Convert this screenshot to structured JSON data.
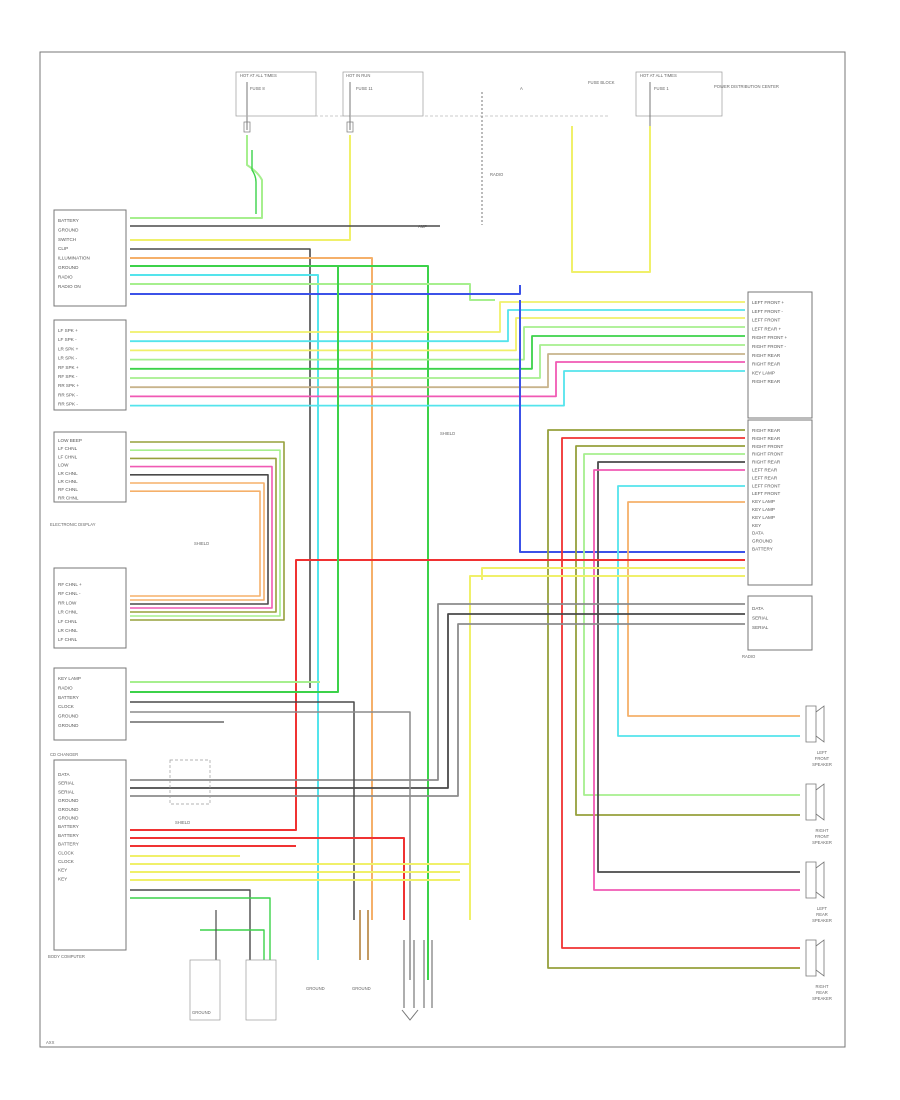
{
  "colors": {
    "frame": "#777777",
    "text": "#555555",
    "green": "#3cd24a",
    "yellow": "#f0f06a",
    "lightgreen": "#a6ef8e",
    "cyan": "#54e4ec",
    "blue": "#3c52e8",
    "pink": "#f05ab4",
    "orange": "#f5b06a",
    "brown": "#b4823c",
    "red": "#f03232",
    "olive": "#96a03c",
    "gray": "#8c8c8c",
    "darkgray": "#4a4a4a",
    "tan": "#c8b48c"
  },
  "labels": {
    "fuse_box_left": "HOT AT ALL TIMES",
    "fuse_left": "FUSE 8",
    "fuse_mid_box": "HOT IN RUN",
    "fuse_mid": "FUSE 11",
    "fuse_right_box": "HOT AT ALL TIMES",
    "fuse_right": "FUSE 1",
    "fuse_block": "FUSE BLOCK",
    "power_distribution": "POWER DISTRIBUTION CENTER",
    "splice_note": "RADIO",
    "shield_1": "SHIELD",
    "shield_2": "SHIELD",
    "shield_3": "SHIELD",
    "amp": "AMP",
    "radio_left": "RADIO",
    "cd_changer": "CD CHANGER",
    "electronic_display": "ELECTRONIC DISPLAY",
    "sub_left": "BODY COMPUTER",
    "ground_1": "GROUND",
    "ground_2": "GROUND",
    "ground_3": "GROUND",
    "footer": "AXX"
  },
  "left_connector_1": {
    "pins": [
      "BATTERY",
      "GROUND",
      "SWITCH",
      "CLIP",
      "ILLUMINATION",
      "GROUND",
      "RADIO",
      "RADIO ON"
    ]
  },
  "left_connector_2": {
    "pins": [
      "LF SPK +",
      "LF SPK -",
      "LR SPK +",
      "LR SPK -",
      "RF SPK +",
      "RF SPK -",
      "RR SPK +",
      "RR SPK -",
      "RR SPK -"
    ]
  },
  "left_connector_3": {
    "pins": [
      "LOW BEEP",
      "LF CHNL",
      "LF CHNL",
      "LOW",
      "LR CHNL",
      "LR CHNL",
      "RF CHNL",
      "RR CHNL"
    ]
  },
  "left_connector_4": {
    "pins": [
      "RF CHNL +",
      "RF CHNL -",
      "RR LOW",
      "LR CHNL",
      "LF CHNL",
      "LR CHNL",
      "LF CHNL"
    ]
  },
  "left_connector_5": {
    "pins": [
      "KEY LAMP",
      "RADIO",
      "BATTERY",
      "CLOCK",
      "GROUND",
      "GROUND"
    ]
  },
  "left_connector_6": {
    "pins": [
      "DATA",
      "SERIAL",
      "SERIAL",
      "GROUND",
      "GROUND",
      "GROUND",
      "BATTERY",
      "BATTERY",
      "BATTERY",
      "CLOCK",
      "CLOCK",
      "KEY",
      "KEY"
    ]
  },
  "right_connector_1": {
    "pins": [
      "LEFT FRONT +",
      "LEFT FRONT -",
      "LEFT FRONT",
      "LEFT REAR +",
      "RIGHT FRONT +",
      "RIGHT FRONT -",
      "RIGHT REAR",
      "RIGHT REAR",
      "KEY LAMP",
      "RIGHT REAR"
    ]
  },
  "right_connector_2": {
    "pins": [
      "RIGHT REAR",
      "RIGHT REAR",
      "RIGHT FRONT",
      "RIGHT FRONT",
      "RIGHT REAR",
      "LEFT REAR",
      "LEFT REAR",
      "LEFT FRONT",
      "LEFT FRONT",
      "KEY LAMP",
      "KEY LAMP",
      "KEY LAMP",
      "KEY",
      "DATA",
      "GROUND",
      "BATTERY"
    ]
  },
  "right_connector_3": {
    "pins": [
      "DATA",
      "SERIAL",
      "SERIAL"
    ]
  },
  "speakers": [
    "LEFT FRONT SPEAKER",
    "RIGHT FRONT SPEAKER",
    "LEFT REAR SPEAKER",
    "RIGHT REAR SPEAKER"
  ]
}
